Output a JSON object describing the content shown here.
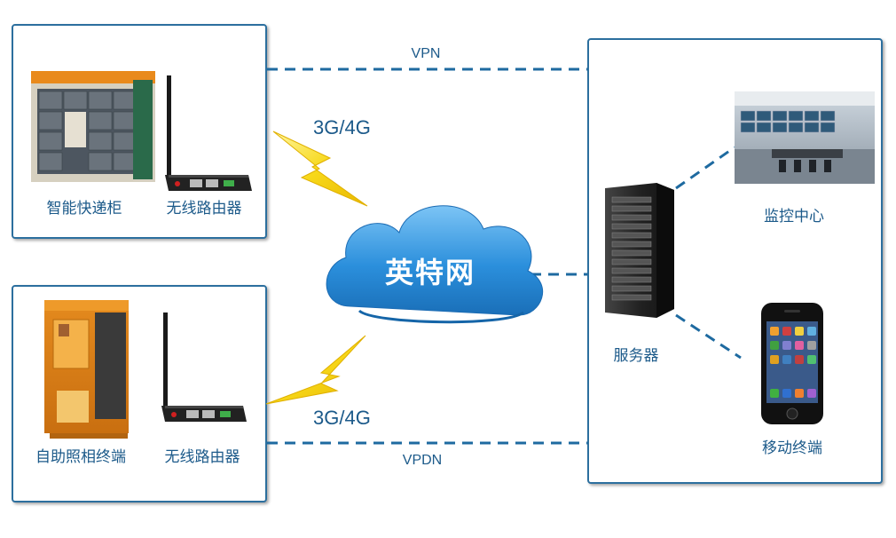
{
  "links": {
    "vpn": "VPN",
    "vpdn": "VPDN"
  },
  "wireless": {
    "top": "3G/4G",
    "bottom": "3G/4G"
  },
  "network": {
    "cloud_label": "英特网"
  },
  "top_left_panel": {
    "device_label": "智能快递柜",
    "router_label": "无线路由器"
  },
  "bottom_left_panel": {
    "device_label": "自助照相终端",
    "router_label": "无线路由器"
  },
  "right_panel": {
    "server_label": "服务器",
    "monitor_label": "监控中心",
    "mobile_label": "移动终端"
  },
  "colors": {
    "line": "#1e6aa0",
    "panel_border": "#2c6f9e",
    "cloud": "#3b9be0",
    "lightning": "#f5d000",
    "text": "#1c5a8a"
  }
}
